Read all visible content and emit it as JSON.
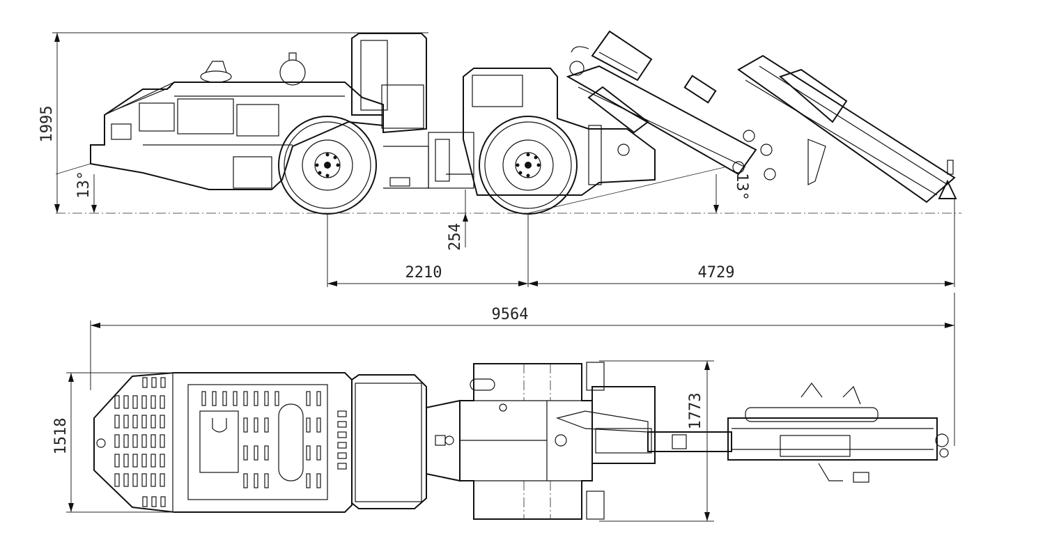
{
  "dimensions": {
    "height": "1995",
    "ground_clearance": "254",
    "rear_to_axle": "2210",
    "axle_to_front": "4729",
    "overall_length": "9564",
    "width": "1518",
    "boom_width": "1773"
  },
  "angles": {
    "rear_departure": "13°",
    "front_approach": "13°"
  }
}
